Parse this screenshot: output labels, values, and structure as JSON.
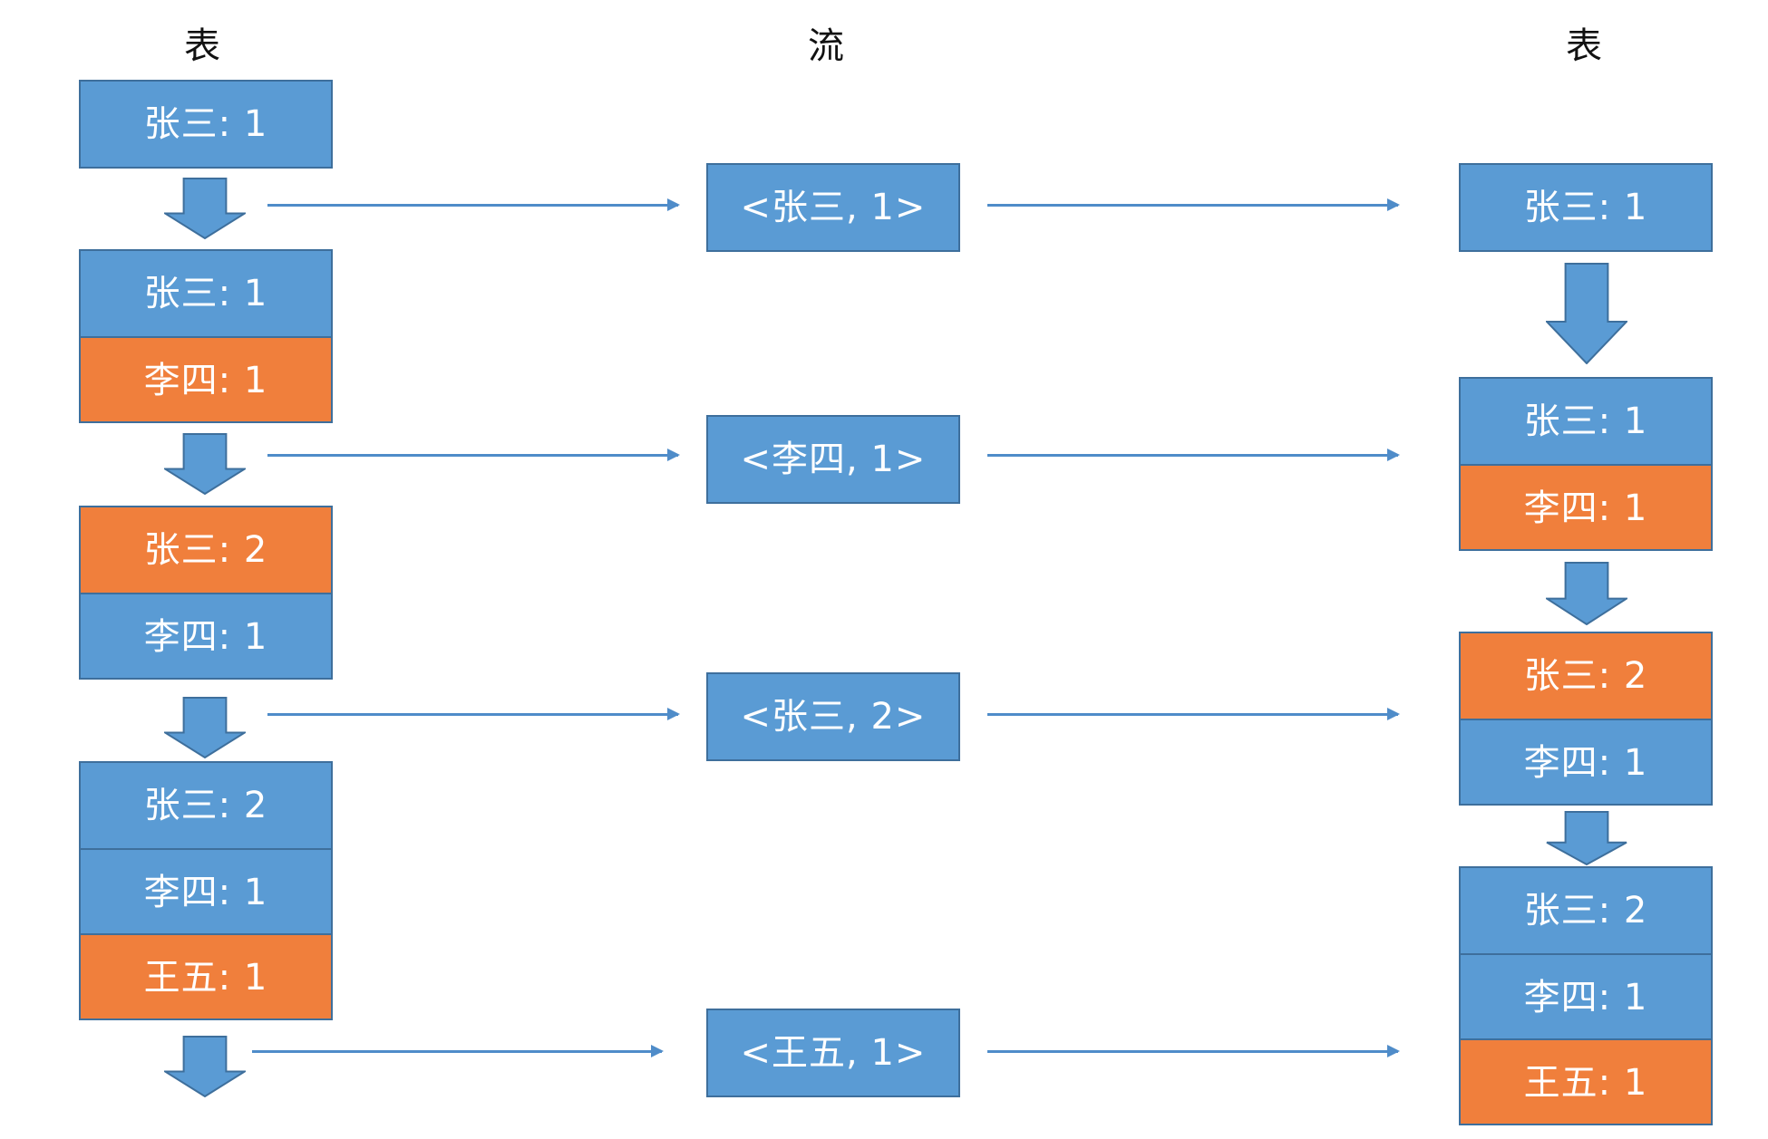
{
  "headers": {
    "left": "表",
    "middle": "流",
    "right": "表"
  },
  "colors": {
    "blue": "#5a9bd4",
    "orange": "#f07f3c",
    "border": "#3e6f9c"
  },
  "left_tables": [
    [
      {
        "text": "张三: 1",
        "color": "blue"
      }
    ],
    [
      {
        "text": "张三: 1",
        "color": "blue"
      },
      {
        "text": "李四: 1",
        "color": "orange"
      }
    ],
    [
      {
        "text": "张三: 2",
        "color": "orange"
      },
      {
        "text": "李四: 1",
        "color": "blue"
      }
    ],
    [
      {
        "text": "张三: 2",
        "color": "blue"
      },
      {
        "text": "李四: 1",
        "color": "blue"
      },
      {
        "text": "王五: 1",
        "color": "orange"
      }
    ]
  ],
  "stream": [
    {
      "text": "<张三, 1>"
    },
    {
      "text": "<李四, 1>"
    },
    {
      "text": "<张三, 2>"
    },
    {
      "text": "<王五, 1>"
    }
  ],
  "right_tables": [
    [
      {
        "text": "张三: 1",
        "color": "blue"
      }
    ],
    [
      {
        "text": "张三: 1",
        "color": "blue"
      },
      {
        "text": "李四: 1",
        "color": "orange"
      }
    ],
    [
      {
        "text": "张三: 2",
        "color": "orange"
      },
      {
        "text": "李四: 1",
        "color": "blue"
      }
    ],
    [
      {
        "text": "张三: 2",
        "color": "blue"
      },
      {
        "text": "李四: 1",
        "color": "blue"
      },
      {
        "text": "王五: 1",
        "color": "orange"
      }
    ]
  ]
}
